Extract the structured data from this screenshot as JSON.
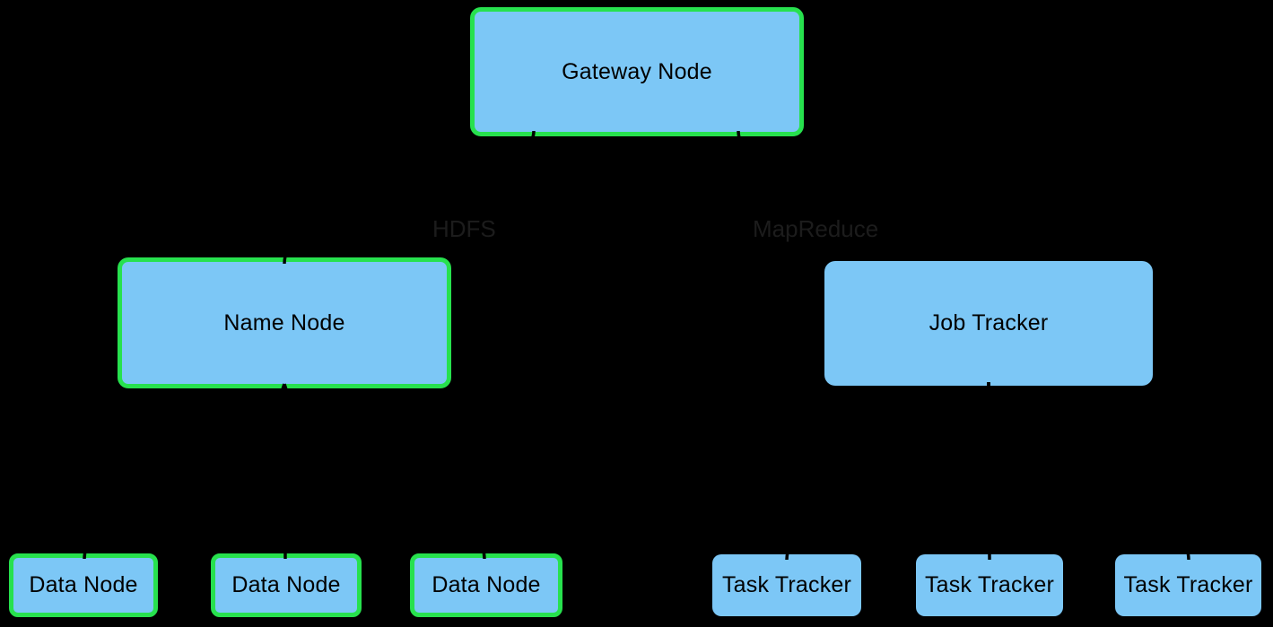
{
  "diagram": {
    "type": "hadoop-cluster-architecture",
    "background_color": "#000000",
    "colors": {
      "node_fill": "#7cc7f6",
      "highlight_border": "#27e14e",
      "node_text": "#000000",
      "section_label": "#1c1c1c",
      "connector": "#000000"
    },
    "sections": {
      "hdfs": {
        "label": "HDFS"
      },
      "mapreduce": {
        "label": "MapReduce"
      }
    },
    "nodes": {
      "gateway": {
        "label": "Gateway Node",
        "highlighted": true
      },
      "namenode": {
        "label": "Name Node",
        "highlighted": true
      },
      "jobtracker": {
        "label": "Job Tracker",
        "highlighted": false
      },
      "datanode1": {
        "label": "Data Node",
        "highlighted": true
      },
      "datanode2": {
        "label": "Data Node",
        "highlighted": true
      },
      "datanode3": {
        "label": "Data Node",
        "highlighted": true
      },
      "tasktracker1": {
        "label": "Task Tracker",
        "highlighted": false
      },
      "tasktracker2": {
        "label": "Task Tracker",
        "highlighted": false
      },
      "tasktracker3": {
        "label": "Task Tracker",
        "highlighted": false
      }
    }
  }
}
